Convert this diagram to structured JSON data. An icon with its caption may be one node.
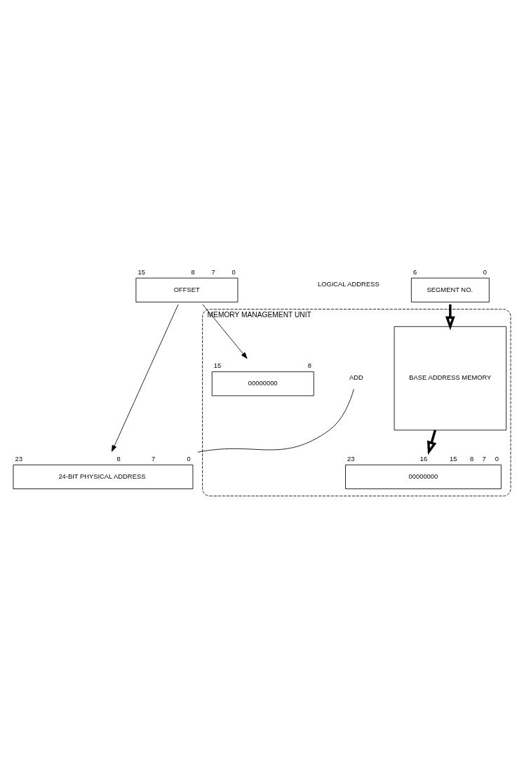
{
  "diagram": {
    "nodes": [
      {
        "text": [
          "SEGMENT NO."
        ],
        "beside": [
          "6",
          "0"
        ]
      },
      {
        "text": [
          "OFFSET"
        ],
        "beside": [
          "15",
          "8",
          "7",
          "0"
        ]
      },
      {
        "text": [
          "MEMORY MANAGEMENT UNIT"
        ]
      },
      {
        "text": [
          "BASE ADDRESS MEMORY"
        ],
        "in": 2
      },
      {
        "text": [
          "00000000"
        ],
        "beside": [
          "23",
          "16",
          "15",
          "8",
          "7",
          "0"
        ],
        "in": 2
      },
      {
        "text": [
          "ADD"
        ],
        "in": 2
      },
      {
        "text": [
          "00000000"
        ],
        "beside": [
          "15",
          "8"
        ],
        "in": 2
      },
      {
        "text": [
          "24-BIT PHYSICAL ADDRESS"
        ],
        "beside": [
          "23",
          "8",
          "7",
          "0"
        ]
      }
    ],
    "edges": [
      {
        "from": 0,
        "to": 3,
        "arrow": "to",
        "style": "thick"
      },
      {
        "from": 3,
        "to": 4,
        "arrow": "to",
        "style": "thick"
      },
      {
        "from": 1,
        "to": 6,
        "arrow": "to"
      },
      {
        "from": 1,
        "to": 7,
        "arrow": "to"
      },
      {
        "from": 5,
        "to": 7,
        "arrow": "none"
      }
    ],
    "labels": [
      "LOGICAL ADDRESS"
    ]
  }
}
